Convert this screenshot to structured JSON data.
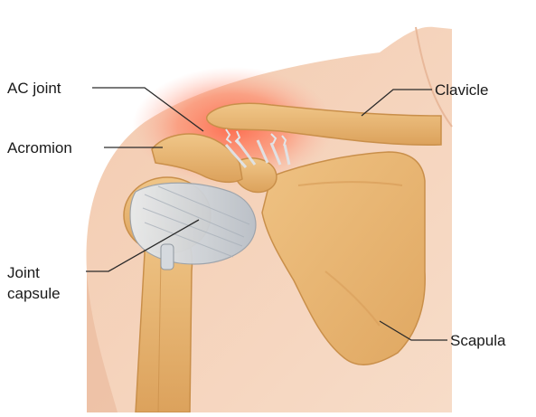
{
  "labels": {
    "ac_joint": "AC joint",
    "acromion": "Acromion",
    "joint_capsule_line1": "Joint",
    "joint_capsule_line2": "capsule",
    "clavicle": "Clavicle",
    "scapula": "Scapula"
  },
  "colors": {
    "background": "#ffffff",
    "skin": "#f4d2b8",
    "skin_shadow": "#e7b597",
    "bone": "#e8b670",
    "bone_light": "#f2cf95",
    "bone_dark": "#c98f4a",
    "capsule": "#cdd2d8",
    "inflammation": "#ff6a4d",
    "leader_line": "#2a2a2a"
  }
}
